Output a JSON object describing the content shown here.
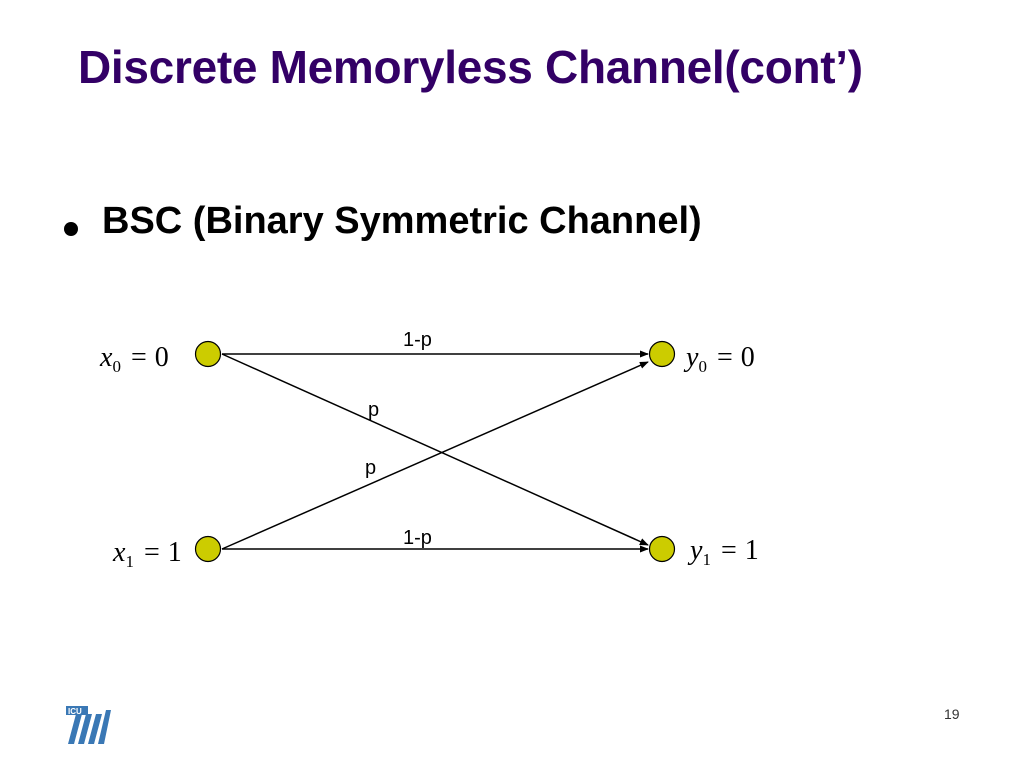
{
  "title": "Discrete Memoryless Channel(cont’)",
  "bullet": "BSC (Binary Symmetric Channel)",
  "diagram": {
    "inputs": [
      {
        "var": "x",
        "sub": "0",
        "value": "0"
      },
      {
        "var": "x",
        "sub": "1",
        "value": "1"
      }
    ],
    "outputs": [
      {
        "var": "y",
        "sub": "0",
        "value": "0"
      },
      {
        "var": "y",
        "sub": "1",
        "value": "1"
      }
    ],
    "edge_labels": {
      "top": "1-p",
      "cross_down": "p",
      "cross_up": "p",
      "bottom": "1-p"
    },
    "eq_sign": "=",
    "node_color": "#cccc00"
  },
  "logo_text": "ICU",
  "slide_number": "19"
}
